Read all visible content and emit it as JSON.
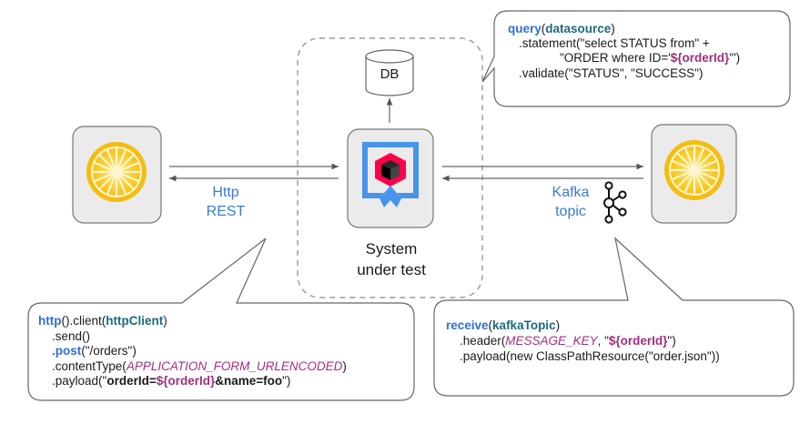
{
  "db_label": "DB",
  "sut_label_line1": "System",
  "sut_label_line2": "under test",
  "http_label_line1": "Http",
  "http_label_line2": "REST",
  "kafka_label_line1": "Kafka",
  "kafka_label_line2": "topic",
  "query_box": {
    "l1_fn": "query",
    "l1_arg": "datasource",
    "l2": ".statement(\"select STATUS from\" +",
    "l3_a": "\"ORDER where ID='",
    "l3_var": "${orderId}",
    "l3_b": "'\")",
    "l4": ".validate(\"STATUS\", \"SUCCESS\")"
  },
  "http_box": {
    "l1_fn": "http",
    "l1_mid": "().client(",
    "l1_arg": "httpClient",
    "l1_end": ")",
    "l2": ".send()",
    "l3_fn": ".post",
    "l3_rest": "(\"/orders\")",
    "l4_a": ".contentType(",
    "l4_const": "APPLICATION_FORM_URLENCODED",
    "l4_b": ")",
    "l5_a": ".payload(\"",
    "l5_b1": "orderId=",
    "l5_var": "${orderId}",
    "l5_b2": "&name=foo",
    "l5_c": "\")"
  },
  "kafka_box": {
    "l1_fn": "receive",
    "l1_arg": "kafkaTopic",
    "l2_a": ".header(",
    "l2_const": "MESSAGE_KEY",
    "l2_b": ", \"",
    "l2_var": "${orderId}",
    "l2_c": "\")",
    "l3": ".payload(new ClassPathResource(\"order.json\"))"
  },
  "colors": {
    "accent_blue": "#3a7bd5",
    "purple": "#a0307e",
    "teal": "#1b6a7e",
    "lemon": "#f5c518",
    "card_bg": "#e9e9e9"
  }
}
